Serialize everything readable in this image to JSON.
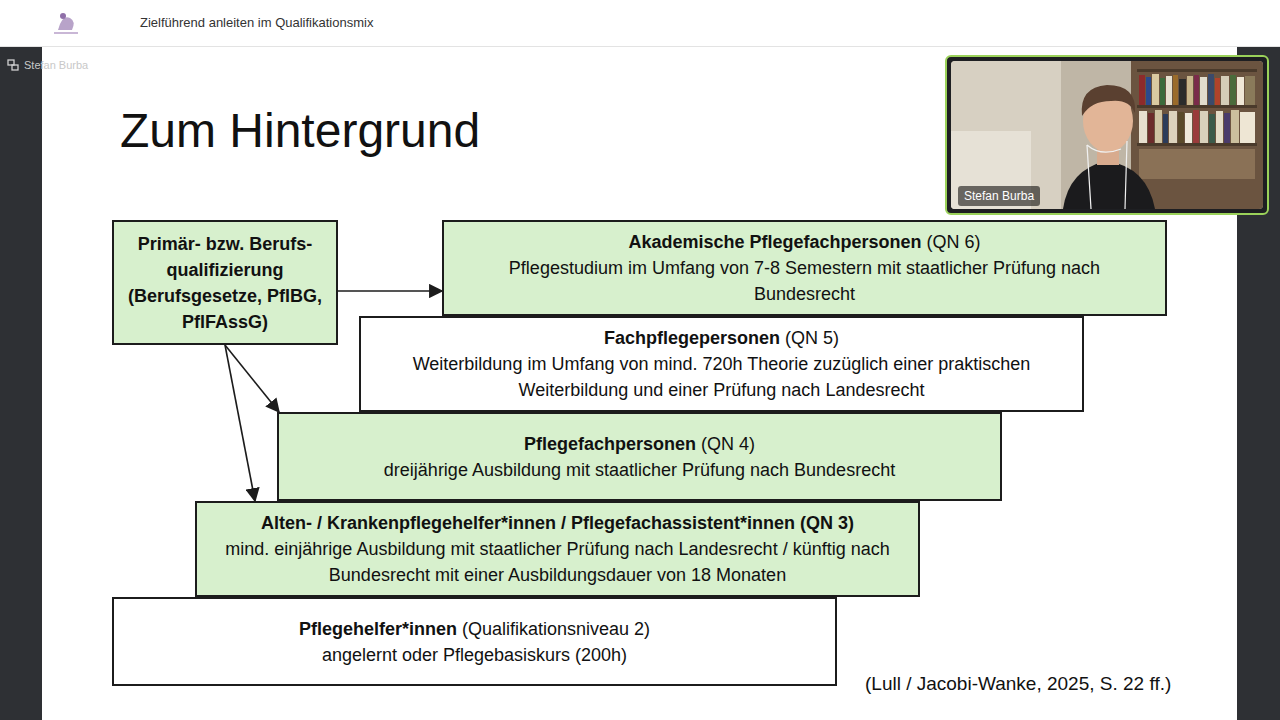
{
  "diagram": {
    "title": "Zum Hintergrund",
    "nodes": [
      {
        "text": [
          "Primär- bzw. Berufs- qualifizierung (Berufsgesetze, PflBG, PflFAssG)"
        ]
      },
      {
        "text": [
          "Akademische Pflegefachpersonen",
          "(QN 6)",
          "Pflegestudium im Umfang von 7-8 Semestern mit staatlicher Prüfung nach Bundesrecht"
        ]
      },
      {
        "text": [
          "Fachpflegepersonen",
          "(QN 5)",
          "Weiterbildung im Umfang von mind. 720h Theorie zuzüglich einer praktischen Weiterbildung und einer Prüfung nach Landesrecht"
        ]
      },
      {
        "text": [
          "Pflegefachpersonen",
          "(QN 4)",
          "dreijährige Ausbildung mit staatlicher Prüfung nach Bundesrecht"
        ]
      },
      {
        "text": [
          "Alten- / Krankenpflegehelfer*innen / Pflegefachassistent*innen",
          "(QN 3)",
          "mind. einjährige Ausbildung mit staatlicher Prüfung nach Landesrecht / künftig nach Bundesrecht mit einer Ausbildungsdauer von 18 Monaten"
        ]
      },
      {
        "text": [
          "Pflegehelfer*innen",
          "(Qualifikationsniveau 2)",
          "angelernt oder Pflegebasiskurs (200h)"
        ]
      }
    ],
    "edges": [
      {
        "from": 0,
        "to": 1,
        "arrow": "to"
      },
      {
        "from": 0,
        "to": 3,
        "arrow": "to"
      },
      {
        "from": 0,
        "to": 4,
        "arrow": "to"
      }
    ],
    "labels": [
      "Zielführend anleiten im Qualifikationsmix",
      "Stefan Burba",
      "Stefan Burba",
      "(Lull / Jacobi-Wanke, 2025, S. 22 ff.)"
    ]
  }
}
